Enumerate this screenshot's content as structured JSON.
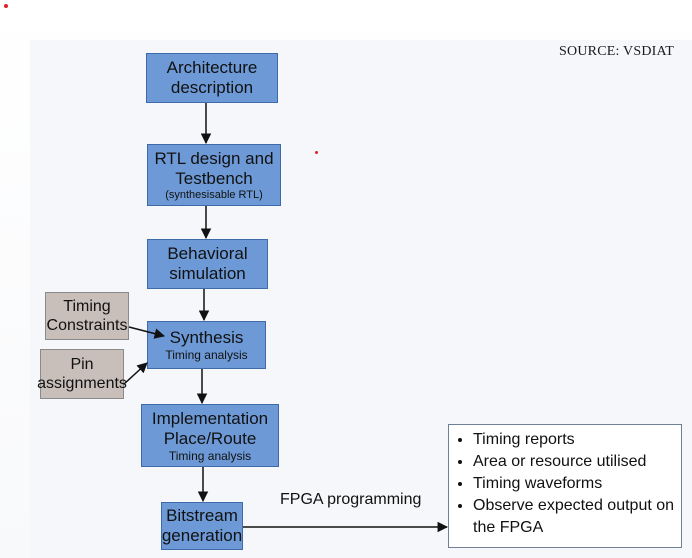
{
  "source": "SOURCE: VSDIAT",
  "nodes": {
    "architecture": {
      "line1": "Architecture",
      "line2": "description"
    },
    "rtl": {
      "line1": "RTL design and",
      "line2": "Testbench",
      "sub": "(synthesisable RTL)"
    },
    "behavioral": {
      "line1": "Behavioral",
      "line2": "simulation"
    },
    "synthesis": {
      "line1": "Synthesis",
      "sub": "Timing analysis"
    },
    "implementation": {
      "line1": "Implementation",
      "line2": "Place/Route",
      "sub": "Timing analysis"
    },
    "bitstream": {
      "line1": "Bitstream",
      "line2": "generation"
    },
    "timing_constraints": {
      "line1": "Timing",
      "line2": "Constraints"
    },
    "pin_assignments": {
      "line1": "Pin",
      "line2": "assignments"
    }
  },
  "edge_label": "FPGA programming",
  "results": [
    "Timing reports",
    "Area or resource utilised",
    "Timing waveforms",
    "Observe expected output on the FPGA"
  ],
  "colors": {
    "process_box": "#6d9ad6",
    "input_box": "#c8bfbb",
    "arrow": "#111111"
  }
}
